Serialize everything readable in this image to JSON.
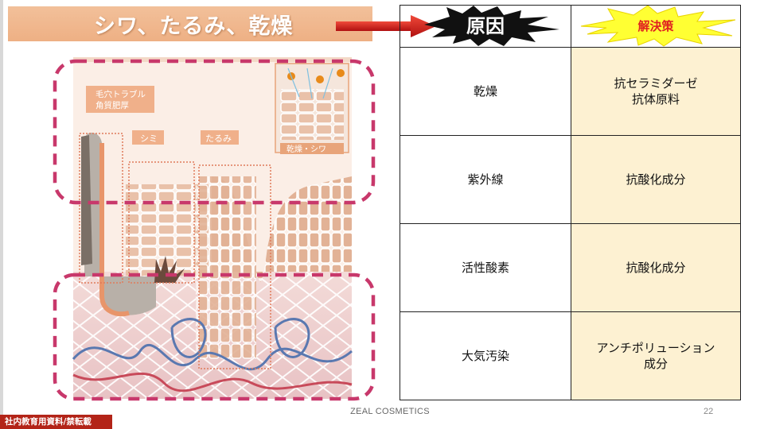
{
  "slide": {
    "title": "シワ、たるみ、乾燥",
    "footer_company": "ZEAL COSMETICS",
    "page_number": "22",
    "internal_badge": "社内教育用資料/禁転載"
  },
  "table": {
    "header_cause": "原因",
    "header_solution": "解決策",
    "rows": [
      {
        "cause": "乾燥",
        "solution_lines": [
          "抗セラミダーゼ",
          "抗体原料"
        ]
      },
      {
        "cause": "紫外線",
        "solution_lines": [
          "抗酸化成分",
          ""
        ]
      },
      {
        "cause": "活性酸素",
        "solution_lines": [
          "抗酸化成分",
          ""
        ]
      },
      {
        "cause": "大気汚染",
        "solution_lines": [
          "アンチポリューション",
          "成分"
        ]
      }
    ]
  },
  "illustration": {
    "label_pores": [
      "毛穴トラブル",
      "角質肥厚"
    ],
    "label_spots": "シミ",
    "label_sagging": "たるみ",
    "label_dryness": "乾燥・シワ"
  },
  "colors": {
    "title_banner": "#eeb084",
    "arrow": "#d42020",
    "dashed_frame": "#c8386b",
    "solution_cell": "#fdf1d2",
    "burst_cause": "#111111",
    "burst_solution": "#ffff33",
    "badge": "#b32418"
  },
  "icons": [
    "red-arrow-icon",
    "black-burst-icon",
    "yellow-burst-icon"
  ]
}
